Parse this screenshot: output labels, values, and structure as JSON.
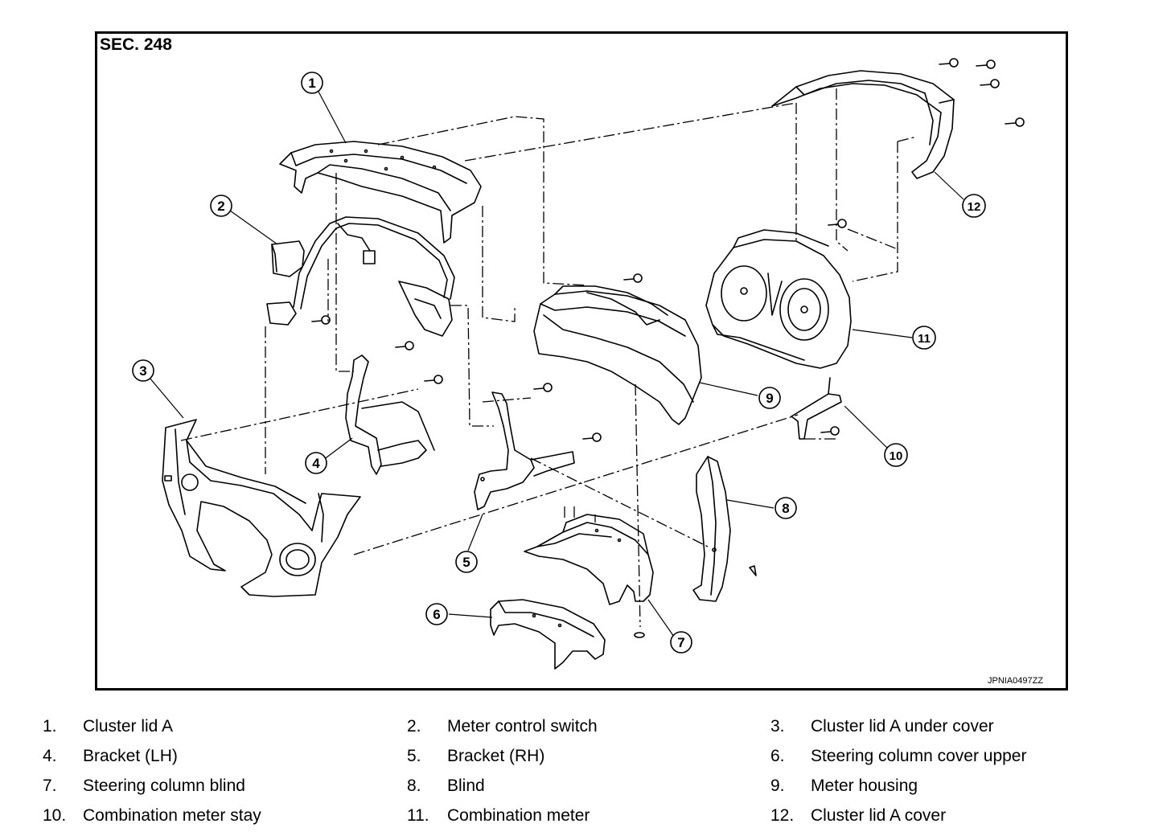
{
  "figure": {
    "section": "SEC. 248",
    "code": "JPNIA0497ZZ",
    "callouts": [
      "1",
      "2",
      "3",
      "4",
      "5",
      "6",
      "7",
      "8",
      "9",
      "10",
      "11",
      "12"
    ]
  },
  "legend": [
    {
      "num": "1.",
      "label": "Cluster lid A"
    },
    {
      "num": "2.",
      "label": "Meter control switch"
    },
    {
      "num": "3.",
      "label": "Cluster lid A under cover"
    },
    {
      "num": "4.",
      "label": "Bracket (LH)"
    },
    {
      "num": "5.",
      "label": "Bracket (RH)"
    },
    {
      "num": "6.",
      "label": "Steering column cover upper"
    },
    {
      "num": "7.",
      "label": "Steering column blind"
    },
    {
      "num": "8.",
      "label": "Blind"
    },
    {
      "num": "9.",
      "label": "Meter housing"
    },
    {
      "num": "10.",
      "label": "Combination meter stay"
    },
    {
      "num": "11.",
      "label": "Combination meter"
    },
    {
      "num": "12.",
      "label": "Cluster lid A cover"
    }
  ]
}
